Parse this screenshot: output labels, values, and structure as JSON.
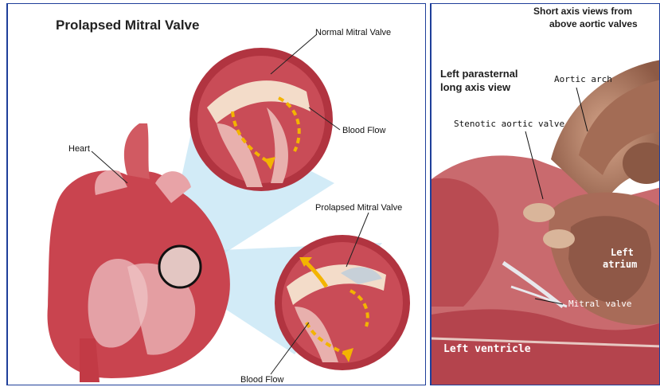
{
  "left": {
    "title": "Prolapsed Mitral Valve",
    "labels": {
      "normal": "Normal Mitral Valve",
      "blood_flow_top": "Blood Flow",
      "heart": "Heart",
      "prolapsed": "Prolapsed Mitral Valve",
      "blood_flow_bottom": "Blood Flow"
    }
  },
  "right": {
    "header_line1": "Short axis views from",
    "header_line2": "above aortic valves",
    "view_line1": "Left parasternal",
    "view_line2": "long axis view",
    "aortic_arch": "Aortic arch",
    "stenotic": "Stenotic aortic valve",
    "left_atrium_1": "Left",
    "left_atrium_2": "atrium",
    "mitral": "Mitral valve",
    "left_ventricle": "Left ventricle"
  },
  "colors": {
    "frame_border": "#1f3f9a",
    "heart_red": "#c9444f",
    "heart_pink": "#e8a3a7",
    "circle_dark": "#9e2a34",
    "flow_arrow": "#f3b400",
    "beam": "#bfe3f4"
  }
}
